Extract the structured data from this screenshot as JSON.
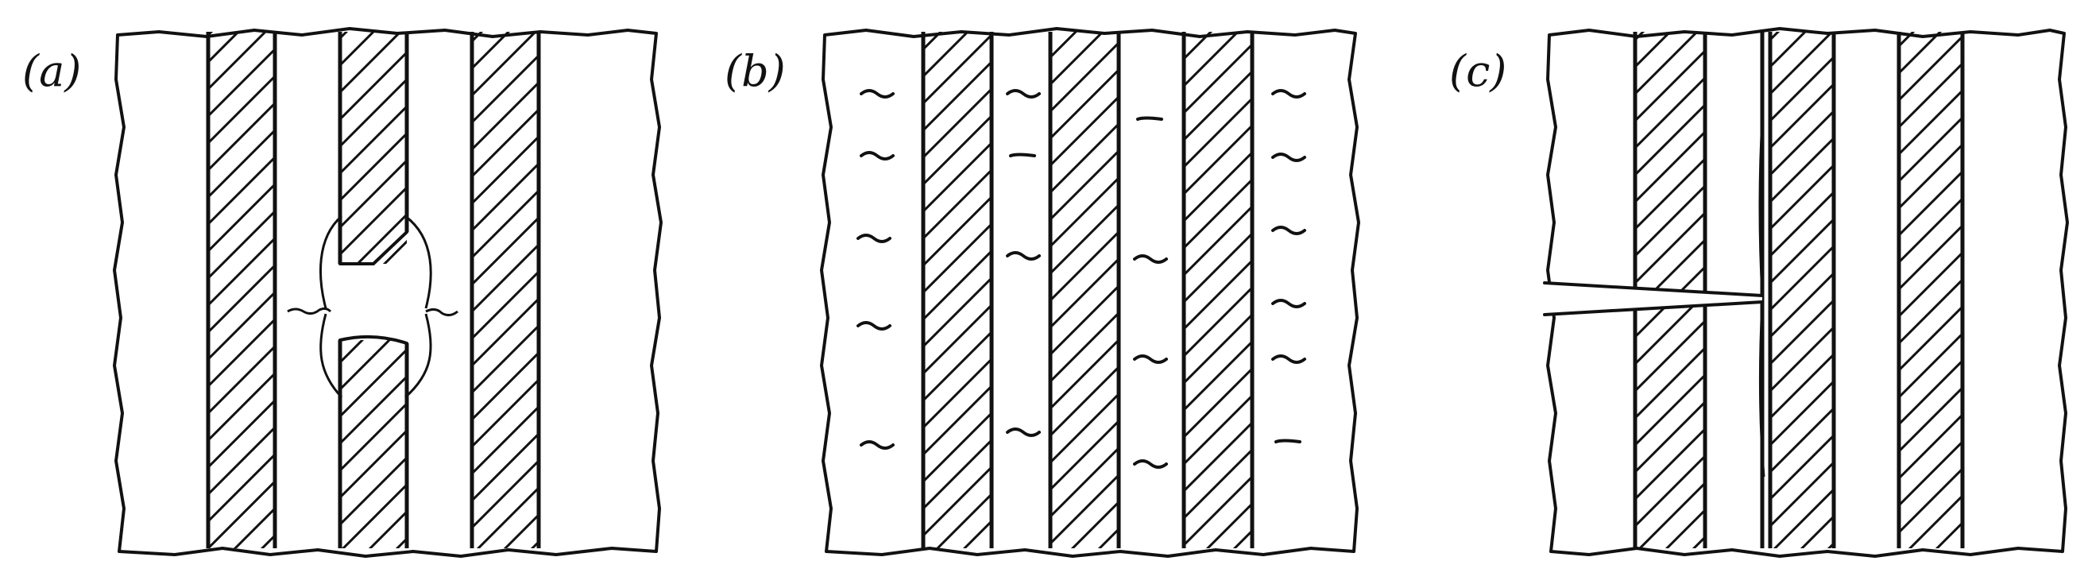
{
  "panels": [
    {
      "id": "a",
      "label": "(a)"
    },
    {
      "id": "b",
      "label": "(b)"
    },
    {
      "id": "c",
      "label": "(c)"
    }
  ],
  "colors": {
    "ink": "#111111",
    "background": "#ffffff"
  }
}
